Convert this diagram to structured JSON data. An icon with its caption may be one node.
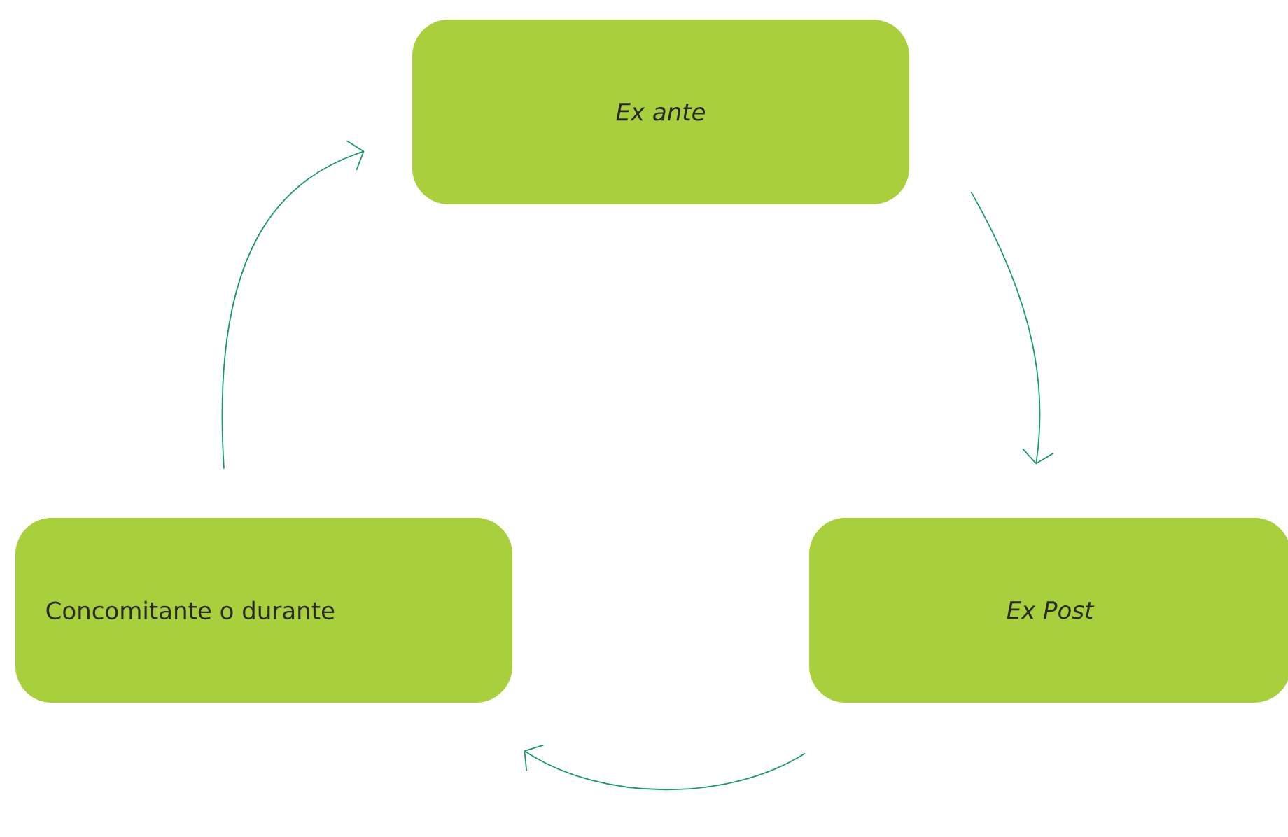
{
  "diagram": {
    "nodes": [
      {
        "text": [
          "Ex ante"
        ]
      },
      {
        "text": [
          "Ex Post"
        ]
      },
      {
        "text": [
          "Concomitante o durante"
        ]
      }
    ],
    "edges": [
      {
        "from": 0,
        "to": 1,
        "arrow": "to"
      },
      {
        "from": 1,
        "to": 2,
        "arrow": "to"
      },
      {
        "from": 2,
        "to": 0,
        "arrow": "to"
      }
    ]
  }
}
